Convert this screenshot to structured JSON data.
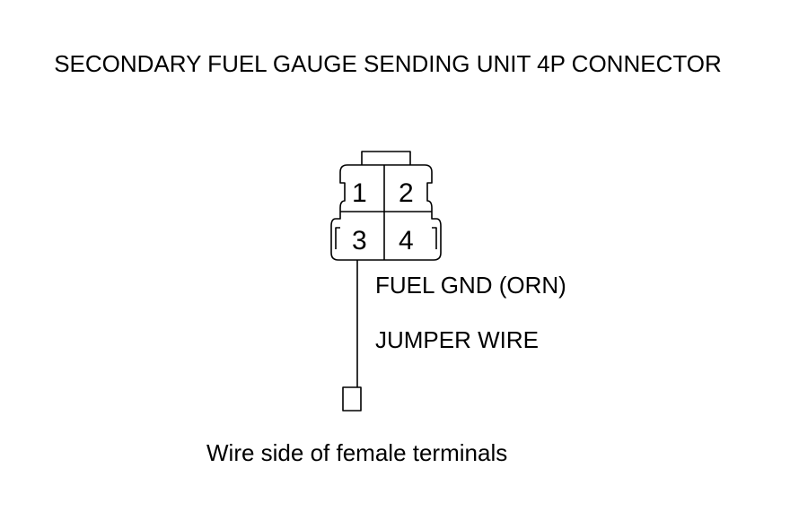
{
  "title": "SECONDARY FUEL GAUGE SENDING UNIT 4P CONNECTOR",
  "connector": {
    "pins": [
      "1",
      "2",
      "3",
      "4"
    ]
  },
  "labels": {
    "fuel_gnd": "FUEL GND (ORN)",
    "jumper_wire": "JUMPER WIRE"
  },
  "caption": "Wire side of female terminals"
}
